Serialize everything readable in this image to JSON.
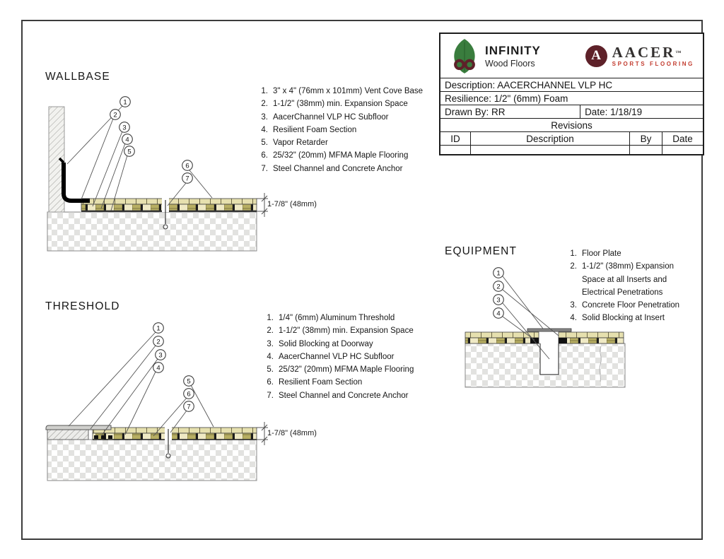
{
  "colors": {
    "leaf_green": "#3a7d3e",
    "brand_maroon": "#5e2129",
    "aacer_red": "#c23b2e",
    "maple_light": "#e6e0ae",
    "maple_olive": "#b7ae62",
    "concrete_gray": "#e2e2e0"
  },
  "logos": {
    "infinity": {
      "name": "INFINITY",
      "sub": "Wood Floors"
    },
    "aacer": {
      "monogram": "A",
      "name": "AACER",
      "tm": "™",
      "sub": "SPORTS FLOORING"
    }
  },
  "titleblock": {
    "description": "Description: AACERCHANNEL VLP HC",
    "resilience": "Resilience: 1/2\" (6mm) Foam",
    "drawn_by": "Drawn By: RR",
    "date": "Date: 1/18/19",
    "revisions": "Revisions",
    "col_id": "ID",
    "col_description": "Description",
    "col_by": "By",
    "col_date": "Date"
  },
  "wallbase": {
    "title": "WALLBASE",
    "dimension": "1-7/8\" (48mm)",
    "callouts": [
      "1",
      "2",
      "3",
      "4",
      "5",
      "6",
      "7"
    ],
    "items": [
      {
        "n": "1.",
        "text": "3\" x 4\" (76mm x 101mm) Vent Cove Base"
      },
      {
        "n": "2.",
        "text": "1-1/2\" (38mm) min. Expansion Space"
      },
      {
        "n": "3.",
        "text": "AacerChannel VLP HC Subfloor"
      },
      {
        "n": "4.",
        "text": "Resilient Foam Section"
      },
      {
        "n": "5.",
        "text": "Vapor Retarder"
      },
      {
        "n": "6.",
        "text": "25/32\" (20mm) MFMA Maple Flooring"
      },
      {
        "n": "7.",
        "text": "Steel Channel and Concrete Anchor"
      }
    ]
  },
  "threshold": {
    "title": "THRESHOLD",
    "dimension": "1-7/8\" (48mm)",
    "callouts": [
      "1",
      "2",
      "3",
      "4",
      "5",
      "6",
      "7"
    ],
    "items": [
      {
        "n": "1.",
        "text": "1/4\" (6mm) Aluminum Threshold"
      },
      {
        "n": "2.",
        "text": "1-1/2\" (38mm) min. Expansion Space"
      },
      {
        "n": "3.",
        "text": "Solid Blocking at Doorway"
      },
      {
        "n": "4.",
        "text": "AacerChannel VLP HC Subfloor"
      },
      {
        "n": "5.",
        "text": "25/32\" (20mm) MFMA Maple Flooring"
      },
      {
        "n": "6.",
        "text": "Resilient Foam Section"
      },
      {
        "n": "7.",
        "text": "Steel Channel and Concrete Anchor"
      }
    ]
  },
  "equipment": {
    "title": "EQUIPMENT",
    "callouts": [
      "1",
      "2",
      "3",
      "4"
    ],
    "items": [
      {
        "n": "1.",
        "text": "Floor Plate"
      },
      {
        "n": "2.",
        "text": "1-1/2\" (38mm) Expansion Space at all Inserts and Electrical Penetrations"
      },
      {
        "n": "3.",
        "text": "Concrete Floor Penetration"
      },
      {
        "n": "4.",
        "text": "Solid Blocking at Insert"
      }
    ]
  }
}
